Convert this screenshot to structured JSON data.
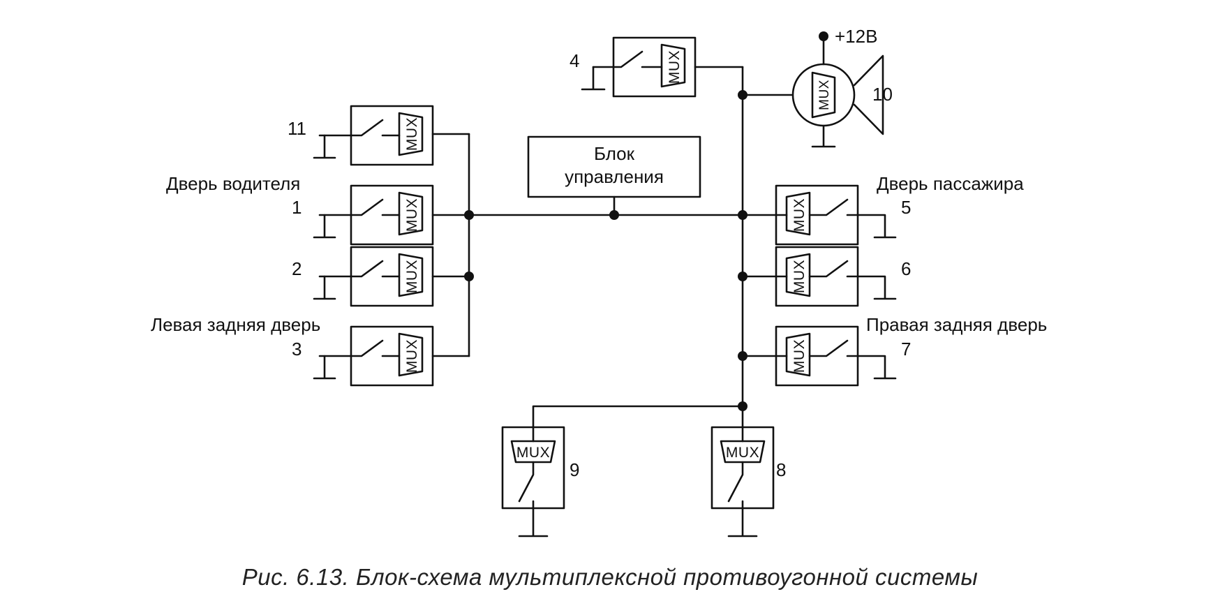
{
  "diagram": {
    "control_unit": {
      "line1": "Блок",
      "line2": "управления"
    },
    "mux_label": "MUX",
    "supply_label": "+12В",
    "labels": {
      "driver_door": "Дверь водителя",
      "passenger_door": "Дверь пассажира",
      "left_rear_door": "Левая задняя дверь",
      "right_rear_door": "Правая задняя дверь"
    },
    "numbers": {
      "n1": "1",
      "n2": "2",
      "n3": "3",
      "n4": "4",
      "n5": "5",
      "n6": "6",
      "n7": "7",
      "n8": "8",
      "n9": "9",
      "n10": "10",
      "n11": "11"
    }
  },
  "caption": "Рис. 6.13. Блок-схема мультиплексной противоугонной системы"
}
